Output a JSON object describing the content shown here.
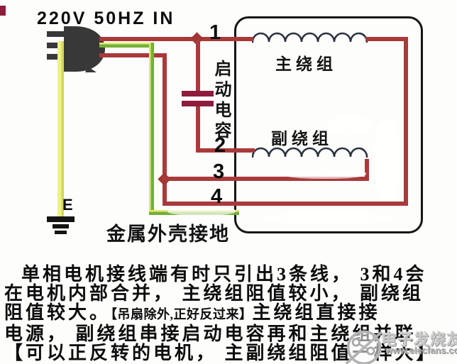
{
  "power": {
    "label": "220V 50HZ IN"
  },
  "diagram": {
    "terminals": [
      "1",
      "2",
      "3",
      "4"
    ],
    "capacitor_label": "启动电容",
    "main_winding_label": "主绕组",
    "aux_winding_label": "副绕组",
    "earth_label": "E",
    "shell_ground_label": "金属外壳接地",
    "colors": {
      "live_wire_red": "#a93a3a",
      "capacitor_plate_red": "#8e1c3c",
      "earth_green": "#74b03a",
      "earth_yellow": "#ecef7d",
      "coil_stroke": "#2a3240",
      "box_outline": "#151515"
    }
  },
  "description": {
    "line1": "单相电机接线端有时只引出3条线， 3和4会",
    "line2": "在电机内部合并， 主绕组阻值较小， 副绕组",
    "line3_a": "阻值较大。",
    "line3_b": "【吊扇除外,正好反过来】",
    "line3_c": "主绕组直接接",
    "line4": "电源， 副绕组串接启动电容再和主绕组并联",
    "line5": "【可以正反转的电机， 主副绕组阻值一样大】"
  },
  "watermark": {
    "brand": "电子发烧友",
    "url": "www.elecfans.com"
  }
}
